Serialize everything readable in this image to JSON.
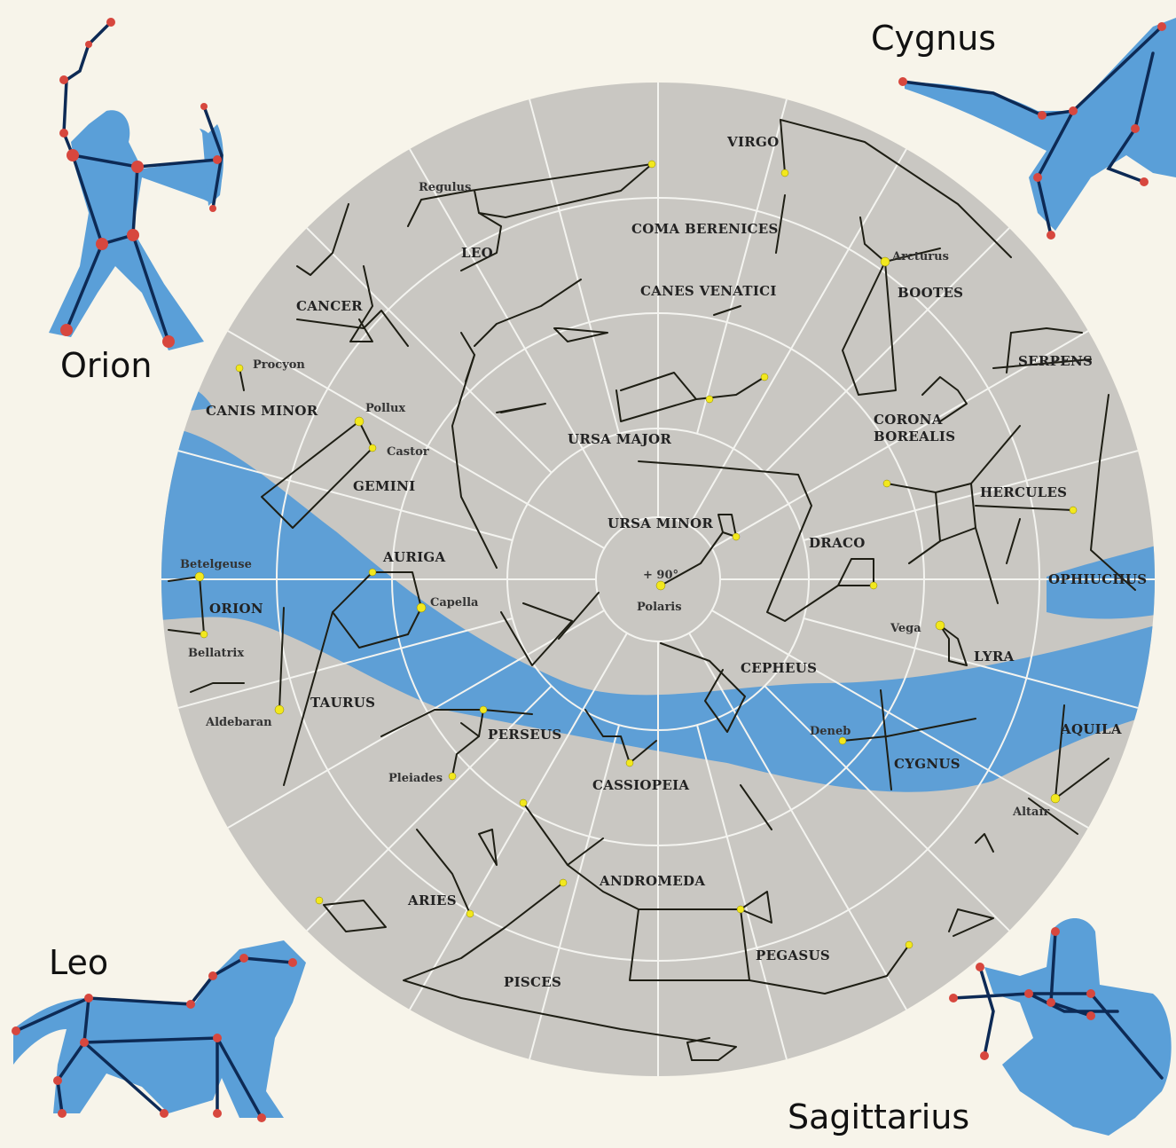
{
  "corner_titles": {
    "orion": "Orion",
    "cygnus": "Cygnus",
    "leo": "Leo",
    "sagittarius": "Sagittarius"
  },
  "constellation_labels": {
    "virgo": "VIRGO",
    "coma_berenices": "COMA BERENICES",
    "leo": "LEO",
    "canes_venatici": "CANES VENATICI",
    "bootes": "BOOTES",
    "cancer": "CANCER",
    "serpens": "SERPENS",
    "canis_minor": "CANIS MINOR",
    "ursa_major": "URSA MAJOR",
    "corona_borealis_1": "CORONA",
    "corona_borealis_2": "BOREALIS",
    "gemini": "GEMINI",
    "hercules": "HERCULES",
    "ursa_minor": "URSA MINOR",
    "auriga": "AURIGA",
    "draco": "DRACO",
    "orion": "ORION",
    "ophiuchus": "OPHIUCHUS",
    "lyra": "LYRA",
    "cepheus": "CEPHEUS",
    "taurus": "TAURUS",
    "perseus": "PERSEUS",
    "aquila": "AQUILA",
    "cygnus": "CYGNUS",
    "cassiopeia": "CASSIOPEIA",
    "andromeda": "ANDROMEDA",
    "aries": "ARIES",
    "pegasus": "PEGASUS",
    "pisces": "PISCES"
  },
  "star_labels": {
    "regulus": "Regulus",
    "arcturus": "Arcturus",
    "procyon": "Procyon",
    "pollux": "Pollux",
    "castor": "Castor",
    "betelgeuse": "Betelgeuse",
    "capella": "Capella",
    "pole_mark": "+ 90°",
    "polaris": "Polaris",
    "bellatrix": "Bellatrix",
    "vega": "Vega",
    "aldebaran": "Aldebaran",
    "deneb": "Deneb",
    "pleiades": "Pleiades",
    "altair": "Altair"
  }
}
